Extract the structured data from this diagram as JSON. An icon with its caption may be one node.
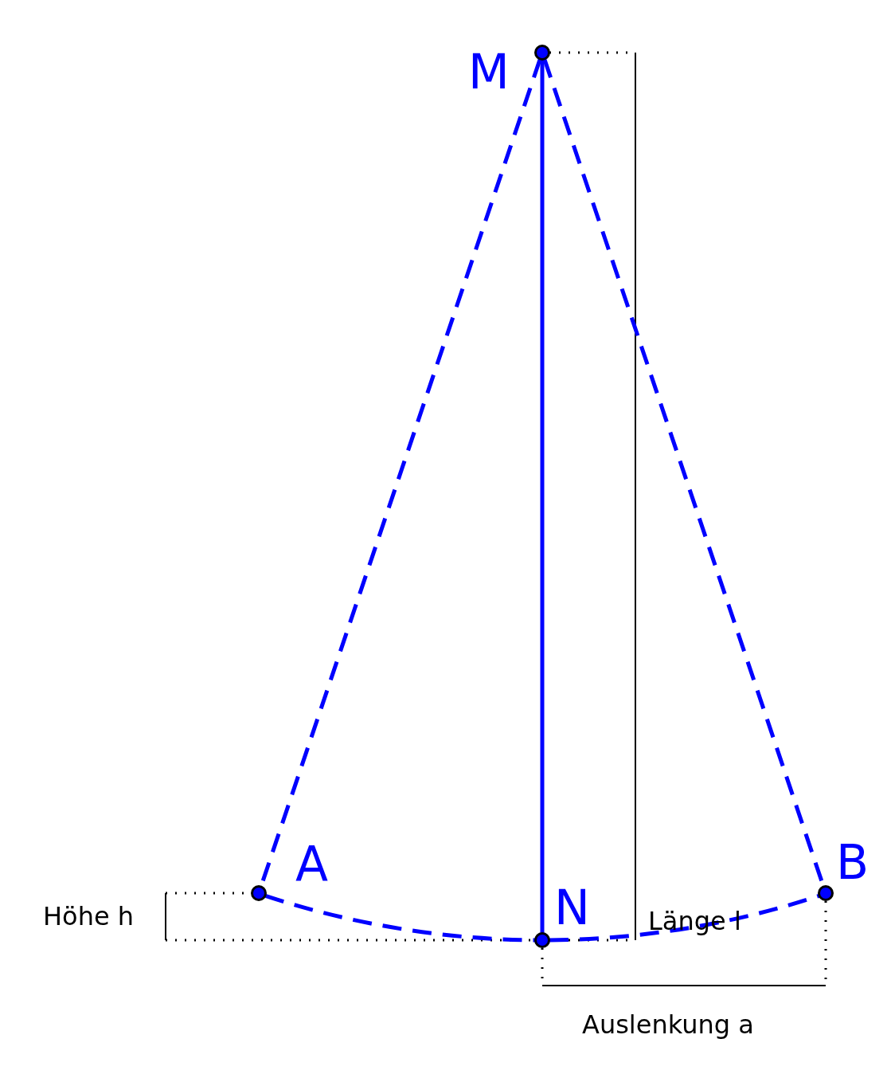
{
  "diagram": {
    "nodes": [
      {
        "text": [],
        "shape": "circle",
        "beside": [
          "M"
        ]
      },
      {
        "text": [],
        "shape": "circle",
        "beside": [
          "A"
        ]
      },
      {
        "text": [],
        "shape": "circle",
        "beside": [
          "B"
        ]
      },
      {
        "text": [],
        "shape": "circle",
        "beside": [
          "N"
        ]
      }
    ],
    "edges": [
      {
        "from": 0,
        "to": 3,
        "arrow": "none"
      },
      {
        "from": 0,
        "to": 1,
        "arrow": "none",
        "style": "dashed"
      },
      {
        "from": 0,
        "to": 2,
        "arrow": "none",
        "style": "dashed"
      },
      {
        "from": 1,
        "to": 3,
        "arrow": "none",
        "style": "dashed"
      },
      {
        "from": 3,
        "to": 2,
        "arrow": "none",
        "style": "dashed"
      }
    ],
    "labels": [
      "Höhe h",
      "Länge l",
      "Auslenkung a"
    ]
  }
}
